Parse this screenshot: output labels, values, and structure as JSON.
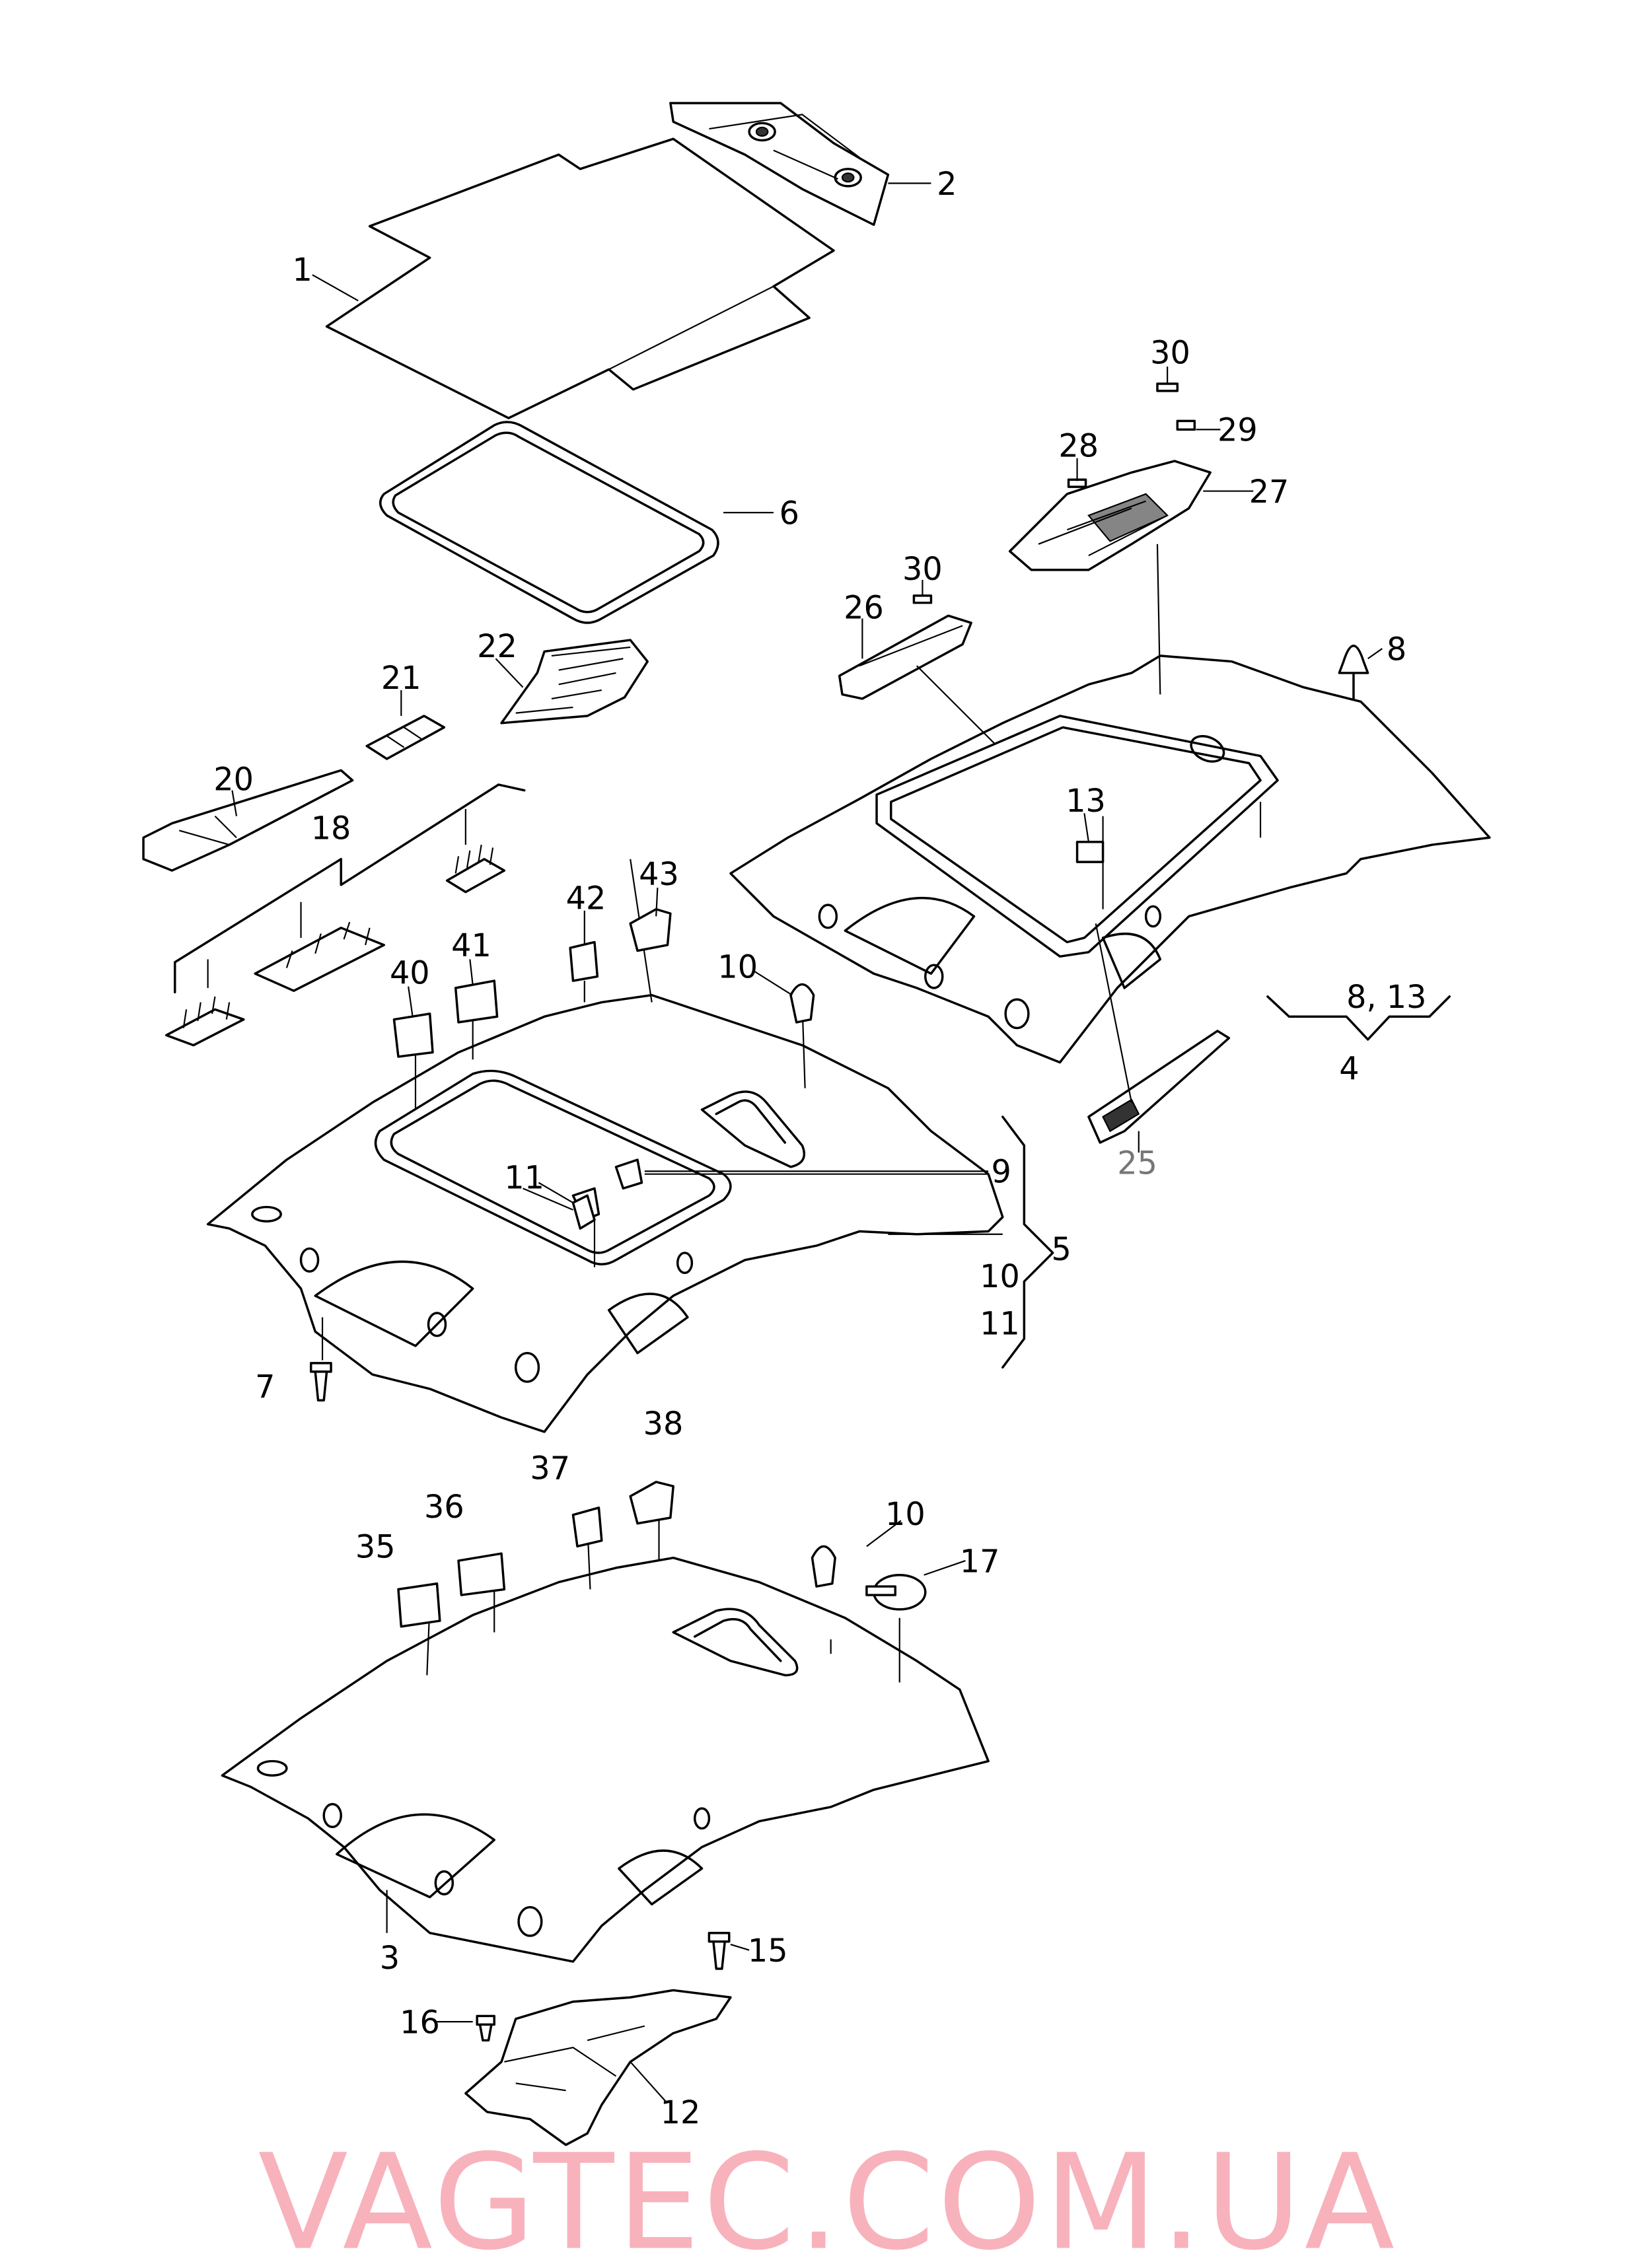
{
  "watermark": "VAGTEC.COM.UA",
  "watermark_color": "#f9a8b3",
  "callouts": {
    "c1": "1",
    "c2": "2",
    "c6": "6",
    "c30a": "30",
    "c29": "29",
    "c28": "28",
    "c27": "27",
    "c30b": "30",
    "c26": "26",
    "c8": "8",
    "c22": "22",
    "c21": "21",
    "c20": "20",
    "c18": "18",
    "c13": "13",
    "c43": "43",
    "c42": "42",
    "c41": "41",
    "c40": "40",
    "c10a": "10",
    "c8_13": "8, 13",
    "c4": "4",
    "c11a": "11",
    "c9": "9",
    "c25": "25",
    "c5": "5",
    "c10b": "10",
    "c11b": "11",
    "c7": "7",
    "c38": "38",
    "c37": "37",
    "c36": "36",
    "c35": "35",
    "c10c": "10",
    "c17": "17",
    "c3": "3",
    "c15": "15",
    "c16": "16",
    "c12": "12"
  }
}
